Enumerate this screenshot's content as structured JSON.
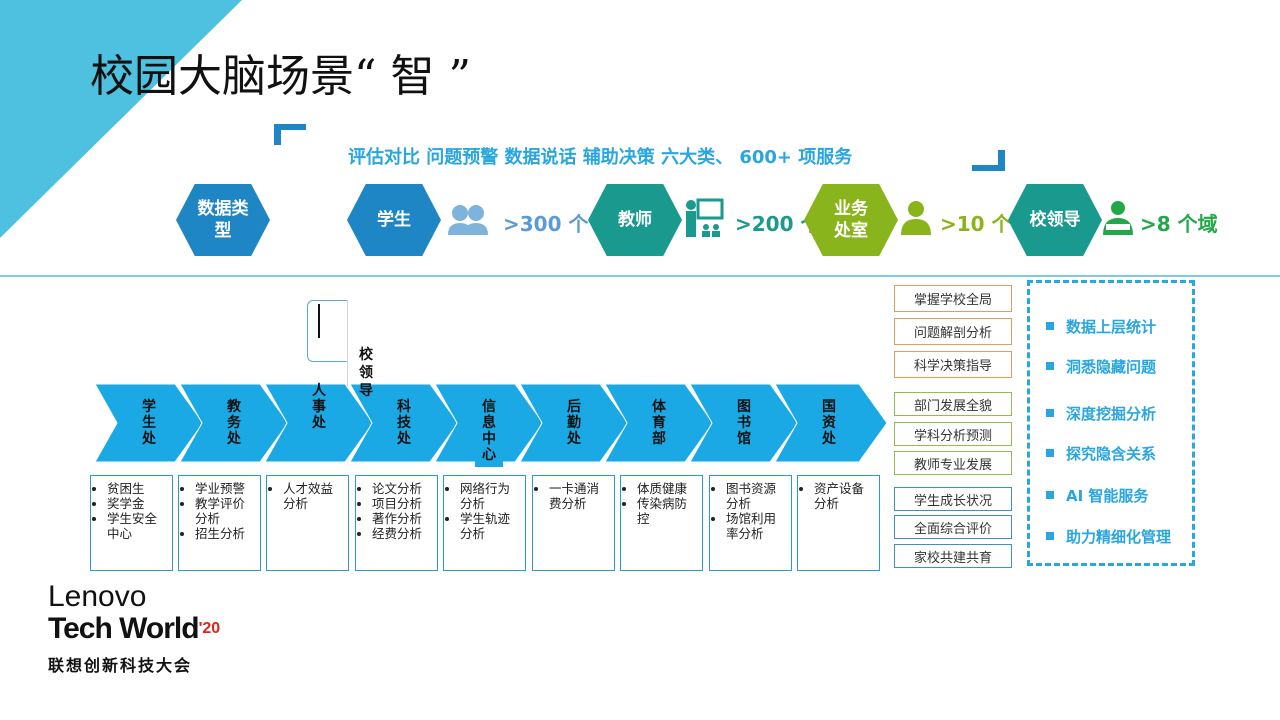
{
  "title": "校园大脑场景“ 智 ”",
  "subtitle": "评估对比  问题预警   数据说话  辅助决策  六大类、 600+ 项服务",
  "data_types": {
    "label": "数据类型",
    "items": [
      {
        "label": "学生",
        "count": ">300 个",
        "color": "#1f86c6",
        "count_color": "#5b9bd5",
        "icon": "students-icon"
      },
      {
        "label": "教师",
        "count": ">200 个",
        "color": "#1a9a8f",
        "count_color": "#1a9a8f",
        "icon": "teacher-icon"
      },
      {
        "label": "业务处室",
        "count": ">10 个",
        "color": "#8ab41b",
        "count_color": "#8ab41b",
        "icon": "staff-icon"
      },
      {
        "label": "校领导",
        "count": ">8 个域",
        "color": "#1a9a8f",
        "count_color": "#22a848",
        "icon": "leader-icon"
      }
    ]
  },
  "leader_label": "校领导",
  "departments": [
    {
      "name": "学生处",
      "items": [
        "贫困生",
        "奖学金",
        "学生安全中心"
      ]
    },
    {
      "name": "教务处",
      "items": [
        "学业预警",
        "教学评价分析",
        "招生分析"
      ]
    },
    {
      "name": "人事处",
      "items": [
        "人才效益分析"
      ]
    },
    {
      "name": "科技处",
      "items": [
        "论文分析",
        "项目分析",
        "著作分析",
        "经费分析"
      ]
    },
    {
      "name": "信息中心",
      "items": [
        "网络行为分析",
        "学生轨迹分析"
      ]
    },
    {
      "name": "后勤处",
      "items": [
        "一卡通消费分析"
      ]
    },
    {
      "name": "体育部",
      "items": [
        "体质健康",
        "传染病防控"
      ]
    },
    {
      "name": "图书馆",
      "items": [
        "图书资源分析",
        "场馆利用率分析"
      ]
    },
    {
      "name": "国资处",
      "items": [
        "资产设备分析"
      ]
    }
  ],
  "services": {
    "leader": [
      "掌握学校全局",
      "问题解剖分析",
      "科学决策指导"
    ],
    "department": [
      "部门发展全貌",
      "学科分析预测",
      "教师专业发展"
    ],
    "student": [
      "学生成长状况",
      "全面综合评价",
      "家校共建共育"
    ]
  },
  "benefits": [
    "数据上层统计",
    "洞悉隐藏问题",
    "深度挖掘分析",
    "探究隐含关系",
    "AI 智能服务",
    "助力精细化管理"
  ],
  "logo": {
    "line1": "Lenovo",
    "line2": "Tech World",
    "year": "'20",
    "cn": "联想创新科技大会"
  },
  "colors": {
    "accent": "#29a6e0",
    "arrow": "#1ba9e6",
    "corner": "#4fc1e0"
  }
}
